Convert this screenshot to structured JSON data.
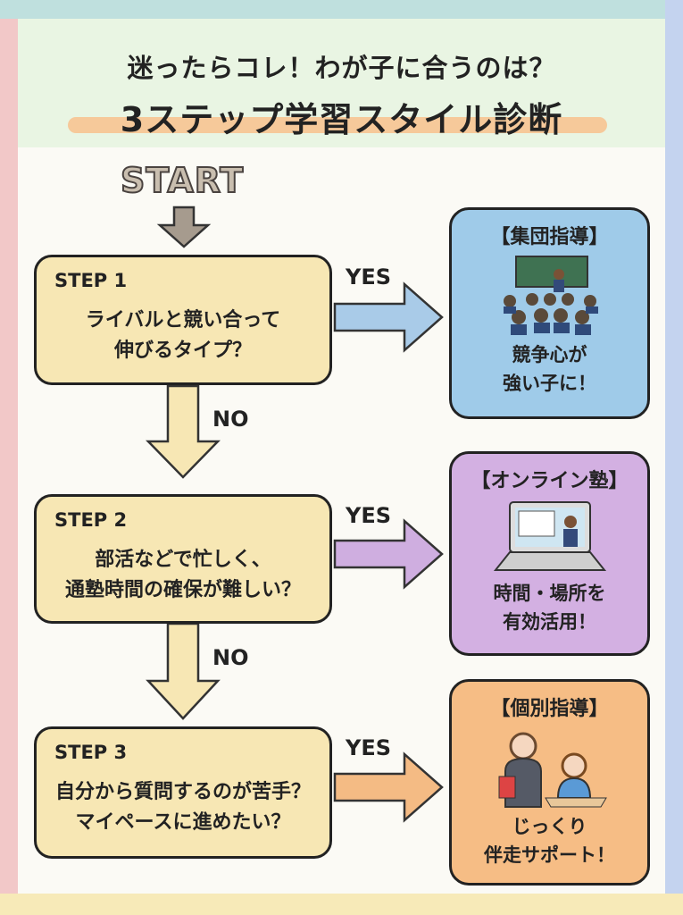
{
  "header": {
    "subtitle": "迷ったらコレ！わが子に合うのは？",
    "title": "3ステップ学習スタイル診断"
  },
  "start_label": "START",
  "steps": [
    {
      "label": "STEP 1",
      "question_lines": [
        "ライバルと競い合って",
        "伸びるタイプ？"
      ]
    },
    {
      "label": "STEP 2",
      "question_lines": [
        "部活などで忙しく、",
        "通塾時間の確保が難しい？"
      ]
    },
    {
      "label": "STEP 3",
      "question_lines": [
        "自分から質問するのが苦手？",
        "マイペースに進めたい？"
      ]
    }
  ],
  "yes_label": "YES",
  "no_label": "NO",
  "results": [
    {
      "title": "【集団指導】",
      "lines": [
        "競争心が",
        "強い子に！"
      ],
      "color": "#9fcbe9"
    },
    {
      "title": "【オンライン塾】",
      "lines": [
        "時間・場所を",
        "有効活用！"
      ],
      "color": "#d3b0e2"
    },
    {
      "title": "【個別指導】",
      "lines": [
        "じっくり",
        "伴走サポート！"
      ],
      "color": "#f6bd85"
    }
  ],
  "colors": {
    "step": "#f7e7b4",
    "arrow_yes_1": "#a9cbe8",
    "arrow_yes_2": "#cfaee0",
    "arrow_yes_3": "#f4bb84",
    "arrow_no": "#f7e7b4",
    "arrow_start": "#a69b8e"
  }
}
